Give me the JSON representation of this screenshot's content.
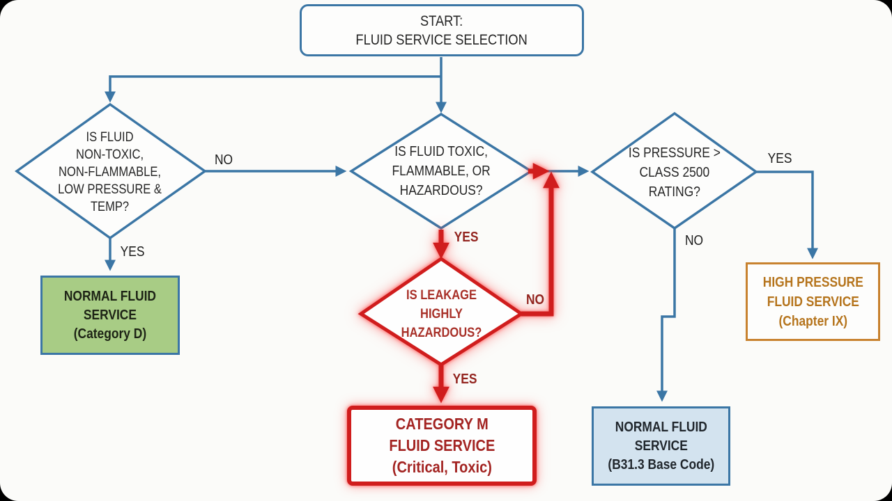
{
  "title": "Fluid service selection flowchart",
  "colors": {
    "line_blue": "#3b76a5",
    "highlight_red": "#d01d1d",
    "dark_red_text": "#a32422",
    "maroon_label": "#93241f",
    "green_fill": "#a8cc85",
    "light_blue_fill": "#d3e3ef",
    "orange_border": "#c8822f",
    "orange_text": "#b5741c",
    "black_text": "#262626",
    "background": "#fbfbf9"
  },
  "nodes": {
    "start": {
      "lines": [
        "START:",
        "FLUID SERVICE SELECTION"
      ]
    },
    "non_toxic": {
      "lines": [
        "IS FLUID",
        "NON-TOXIC,",
        "NON-FLAMMABLE,",
        "LOW PRESSURE &",
        "TEMP?"
      ]
    },
    "toxic": {
      "lines": [
        "IS FLUID TOXIC,",
        "FLAMMABLE, OR",
        "HAZARDOUS?"
      ]
    },
    "pressure": {
      "lines": [
        "IS PRESSURE >",
        "CLASS 2500",
        "RATING?"
      ]
    },
    "leakage": {
      "lines": [
        "IS LEAKAGE",
        "HIGHLY",
        "HAZARDOUS?"
      ]
    },
    "category_d": {
      "lines": [
        "NORMAL FLUID",
        "SERVICE",
        "(Category D)"
      ]
    },
    "category_m": {
      "lines": [
        "CATEGORY M",
        "FLUID SERVICE",
        "(Critical, Toxic)"
      ]
    },
    "high_pressure": {
      "lines": [
        "HIGH PRESSURE",
        "FLUID SERVICE",
        "(Chapter IX)"
      ]
    },
    "base_code": {
      "lines": [
        "NORMAL FLUID",
        "SERVICE",
        "(B31.3 Base Code)"
      ]
    }
  },
  "edge_labels": {
    "non_toxic_no": "NO",
    "non_toxic_yes": "YES",
    "toxic_yes": "YES",
    "leakage_no": "NO",
    "leakage_yes": "YES",
    "pressure_yes": "YES",
    "pressure_no": "NO"
  }
}
